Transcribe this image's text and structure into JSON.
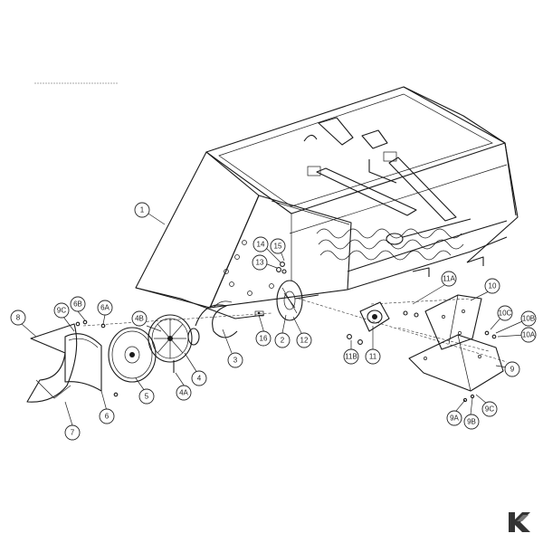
{
  "diagram": {
    "callouts": [
      {
        "id": "c1",
        "label": "1"
      },
      {
        "id": "c2",
        "label": "2"
      },
      {
        "id": "c3",
        "label": "3"
      },
      {
        "id": "c4",
        "label": "4"
      },
      {
        "id": "c4A",
        "label": "4A"
      },
      {
        "id": "c4B",
        "label": "4B"
      },
      {
        "id": "c5",
        "label": "5"
      },
      {
        "id": "c6",
        "label": "6"
      },
      {
        "id": "c6A",
        "label": "6A"
      },
      {
        "id": "c6B",
        "label": "6B"
      },
      {
        "id": "c7",
        "label": "7"
      },
      {
        "id": "c8",
        "label": "8"
      },
      {
        "id": "c9",
        "label": "9"
      },
      {
        "id": "c9A",
        "label": "9A"
      },
      {
        "id": "c9B",
        "label": "9B"
      },
      {
        "id": "c9C",
        "label": "9C"
      },
      {
        "id": "c9C2",
        "label": "9C"
      },
      {
        "id": "c10",
        "label": "10"
      },
      {
        "id": "c10A",
        "label": "10A"
      },
      {
        "id": "c10B",
        "label": "10B"
      },
      {
        "id": "c10C",
        "label": "10C"
      },
      {
        "id": "c11",
        "label": "11"
      },
      {
        "id": "c11A",
        "label": "11A"
      },
      {
        "id": "c11B",
        "label": "11B"
      },
      {
        "id": "c12",
        "label": "12"
      },
      {
        "id": "c13",
        "label": "13"
      },
      {
        "id": "c14",
        "label": "14"
      },
      {
        "id": "c15",
        "label": "15"
      },
      {
        "id": "c16",
        "label": "16"
      }
    ],
    "logo": "K-logo"
  }
}
